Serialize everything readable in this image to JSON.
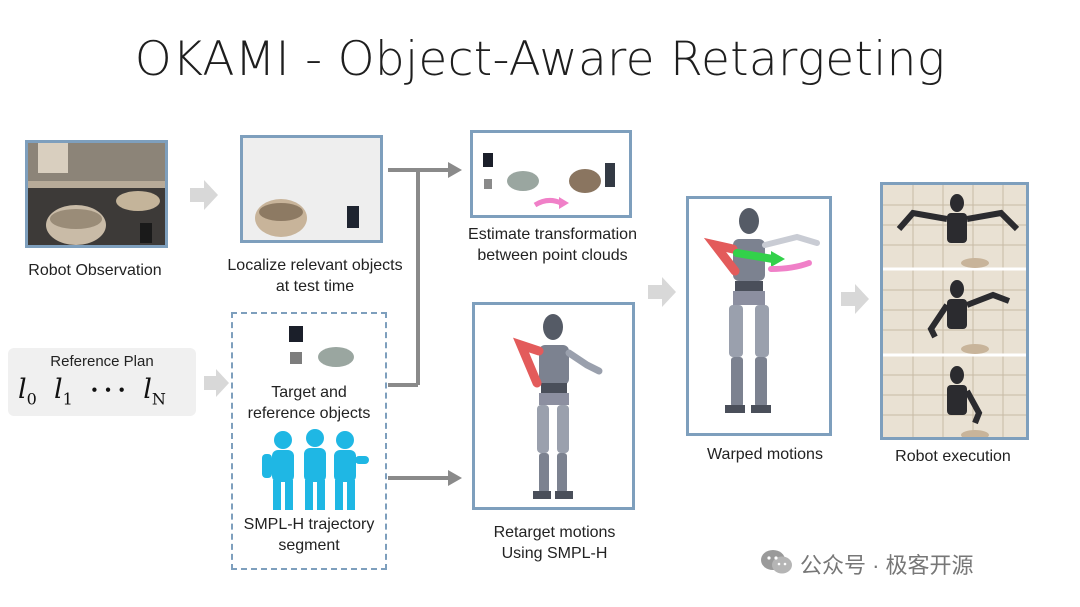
{
  "title": "OKAMI - Object-Aware Retargeting",
  "labels": {
    "robot_observation": "Robot Observation",
    "localize": "Localize relevant objects\nat test time",
    "estimate": "Estimate transformation\nbetween point clouds",
    "reference_plan": "Reference Plan",
    "target_ref_objects": "Target and\nreference objects",
    "smplh_segment": "SMPL-H trajectory\nsegment",
    "retarget": "Retarget motions\nUsing SMPL-H",
    "warped": "Warped motions",
    "robot_execution": "Robot execution"
  },
  "reference_plan_sequence": {
    "first": "l",
    "first_sub": "0",
    "second": "l",
    "second_sub": "1",
    "dots": "• • •",
    "last": "l",
    "last_sub": "N"
  },
  "watermark": {
    "text": "公众号 · 极客开源"
  },
  "colors": {
    "panel_border": "#7e9fbd",
    "arrow": "#d8d8d8",
    "connector": "#8a8a8a",
    "humanoid_cyan": "#1fb7e4",
    "green_marker": "#32d14a",
    "pink_marker": "#f080c8",
    "red_arm": "#e35b5b"
  }
}
